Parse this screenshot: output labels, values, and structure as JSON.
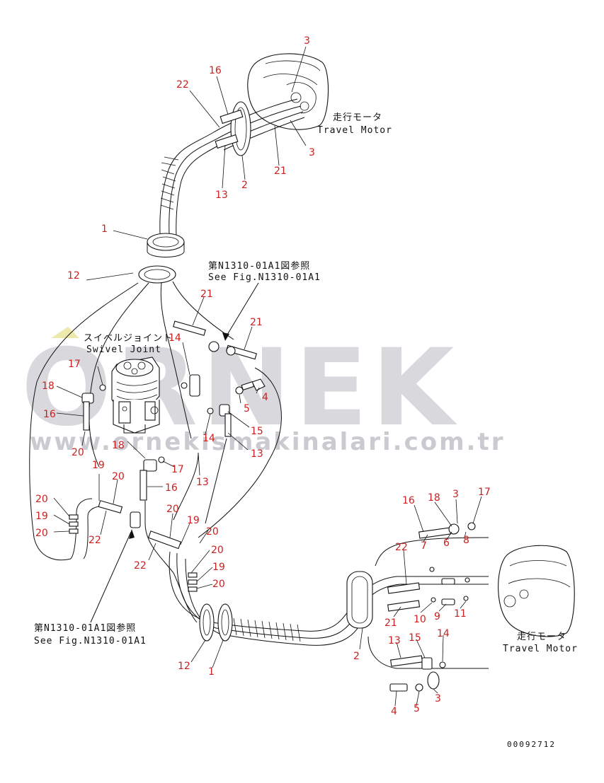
{
  "watermark": {
    "brand": "ORNEK",
    "url": "www.ornekismakinalari.com.tr",
    "color": "#b9b9c3"
  },
  "colors": {
    "callout": "#cc2020",
    "line": "#111111",
    "background": "#ffffff"
  },
  "labels": {
    "travel_motor_top_jp": "走行モータ",
    "travel_motor_top_en": "Travel Motor",
    "travel_motor_bottom_jp": "走行モータ",
    "travel_motor_bottom_en": "Travel Motor",
    "swivel_joint_jp": "スイベルジョイント",
    "swivel_joint_en": "Swivel Joint",
    "see_fig_top_jp": "第N1310-01A1図参照",
    "see_fig_top_en": "See Fig.N1310-01A1",
    "see_fig_bottom_jp": "第N1310-01A1図参照",
    "see_fig_bottom_en": "See Fig.N1310-01A1",
    "doc_number": "00092712"
  },
  "callouts": [
    {
      "id": "c1",
      "text": "3"
    },
    {
      "id": "c2",
      "text": "16"
    },
    {
      "id": "c3",
      "text": "22"
    },
    {
      "id": "c4",
      "text": "3"
    },
    {
      "id": "c5",
      "text": "21"
    },
    {
      "id": "c6",
      "text": "2"
    },
    {
      "id": "c7",
      "text": "13"
    },
    {
      "id": "c8",
      "text": "1"
    },
    {
      "id": "c9",
      "text": "12"
    },
    {
      "id": "c10",
      "text": "21"
    },
    {
      "id": "c11",
      "text": "21"
    },
    {
      "id": "c12",
      "text": "14"
    },
    {
      "id": "c13",
      "text": "4"
    },
    {
      "id": "c14",
      "text": "5"
    },
    {
      "id": "c15",
      "text": "17"
    },
    {
      "id": "c16",
      "text": "18"
    },
    {
      "id": "c17",
      "text": "16"
    },
    {
      "id": "c18",
      "text": "15"
    },
    {
      "id": "c19",
      "text": "14"
    },
    {
      "id": "c20",
      "text": "13"
    },
    {
      "id": "c21",
      "text": "20"
    },
    {
      "id": "c22",
      "text": "18"
    },
    {
      "id": "c23",
      "text": "17"
    },
    {
      "id": "c24",
      "text": "13"
    },
    {
      "id": "c25",
      "text": "19"
    },
    {
      "id": "c26",
      "text": "20"
    },
    {
      "id": "c27",
      "text": "16"
    },
    {
      "id": "c28",
      "text": "20"
    },
    {
      "id": "c29",
      "text": "19"
    },
    {
      "id": "c30",
      "text": "20"
    },
    {
      "id": "c31",
      "text": "22"
    },
    {
      "id": "c32",
      "text": "20"
    },
    {
      "id": "c33",
      "text": "19"
    },
    {
      "id": "c34",
      "text": "20"
    },
    {
      "id": "c35",
      "text": "22"
    },
    {
      "id": "c36",
      "text": "20"
    },
    {
      "id": "c37",
      "text": "19"
    },
    {
      "id": "c38",
      "text": "20"
    },
    {
      "id": "c39",
      "text": "12"
    },
    {
      "id": "c40",
      "text": "1"
    },
    {
      "id": "c41",
      "text": "16"
    },
    {
      "id": "c42",
      "text": "18"
    },
    {
      "id": "c43",
      "text": "3"
    },
    {
      "id": "c44",
      "text": "17"
    },
    {
      "id": "c45",
      "text": "7"
    },
    {
      "id": "c46",
      "text": "6"
    },
    {
      "id": "c47",
      "text": "8"
    },
    {
      "id": "c48",
      "text": "22"
    },
    {
      "id": "c49",
      "text": "21"
    },
    {
      "id": "c50",
      "text": "10"
    },
    {
      "id": "c51",
      "text": "9"
    },
    {
      "id": "c52",
      "text": "11"
    },
    {
      "id": "c53",
      "text": "2"
    },
    {
      "id": "c54",
      "text": "13"
    },
    {
      "id": "c55",
      "text": "15"
    },
    {
      "id": "c56",
      "text": "14"
    },
    {
      "id": "c57",
      "text": "4"
    },
    {
      "id": "c58",
      "text": "5"
    },
    {
      "id": "c59",
      "text": "3"
    }
  ]
}
